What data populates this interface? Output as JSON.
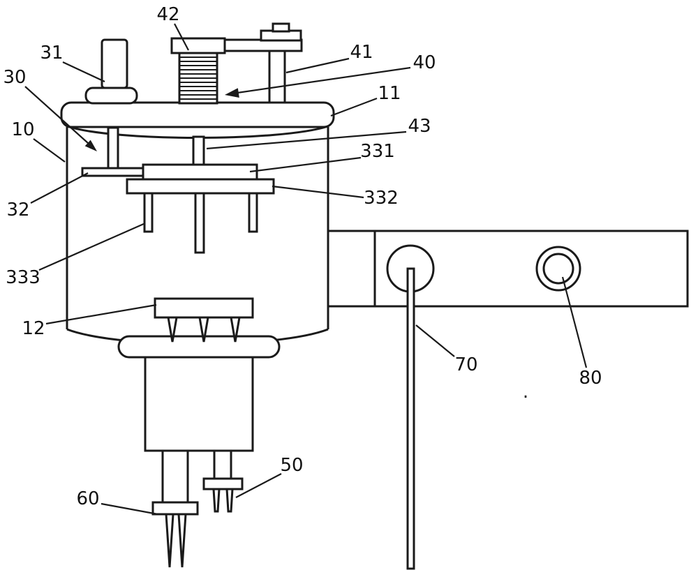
{
  "figure": {
    "background": "#ffffff",
    "stroke_color": "#1a1a1a"
  },
  "labels": {
    "l10": "10",
    "l11": "11",
    "l12": "12",
    "l30": "30",
    "l31": "31",
    "l32": "32",
    "l331": "331",
    "l332": "332",
    "l333": "333",
    "l40": "40",
    "l41": "41",
    "l42": "42",
    "l43": "43",
    "l50": "50",
    "l60": "60",
    "l70": "70",
    "l80": "80",
    "dot": "."
  }
}
